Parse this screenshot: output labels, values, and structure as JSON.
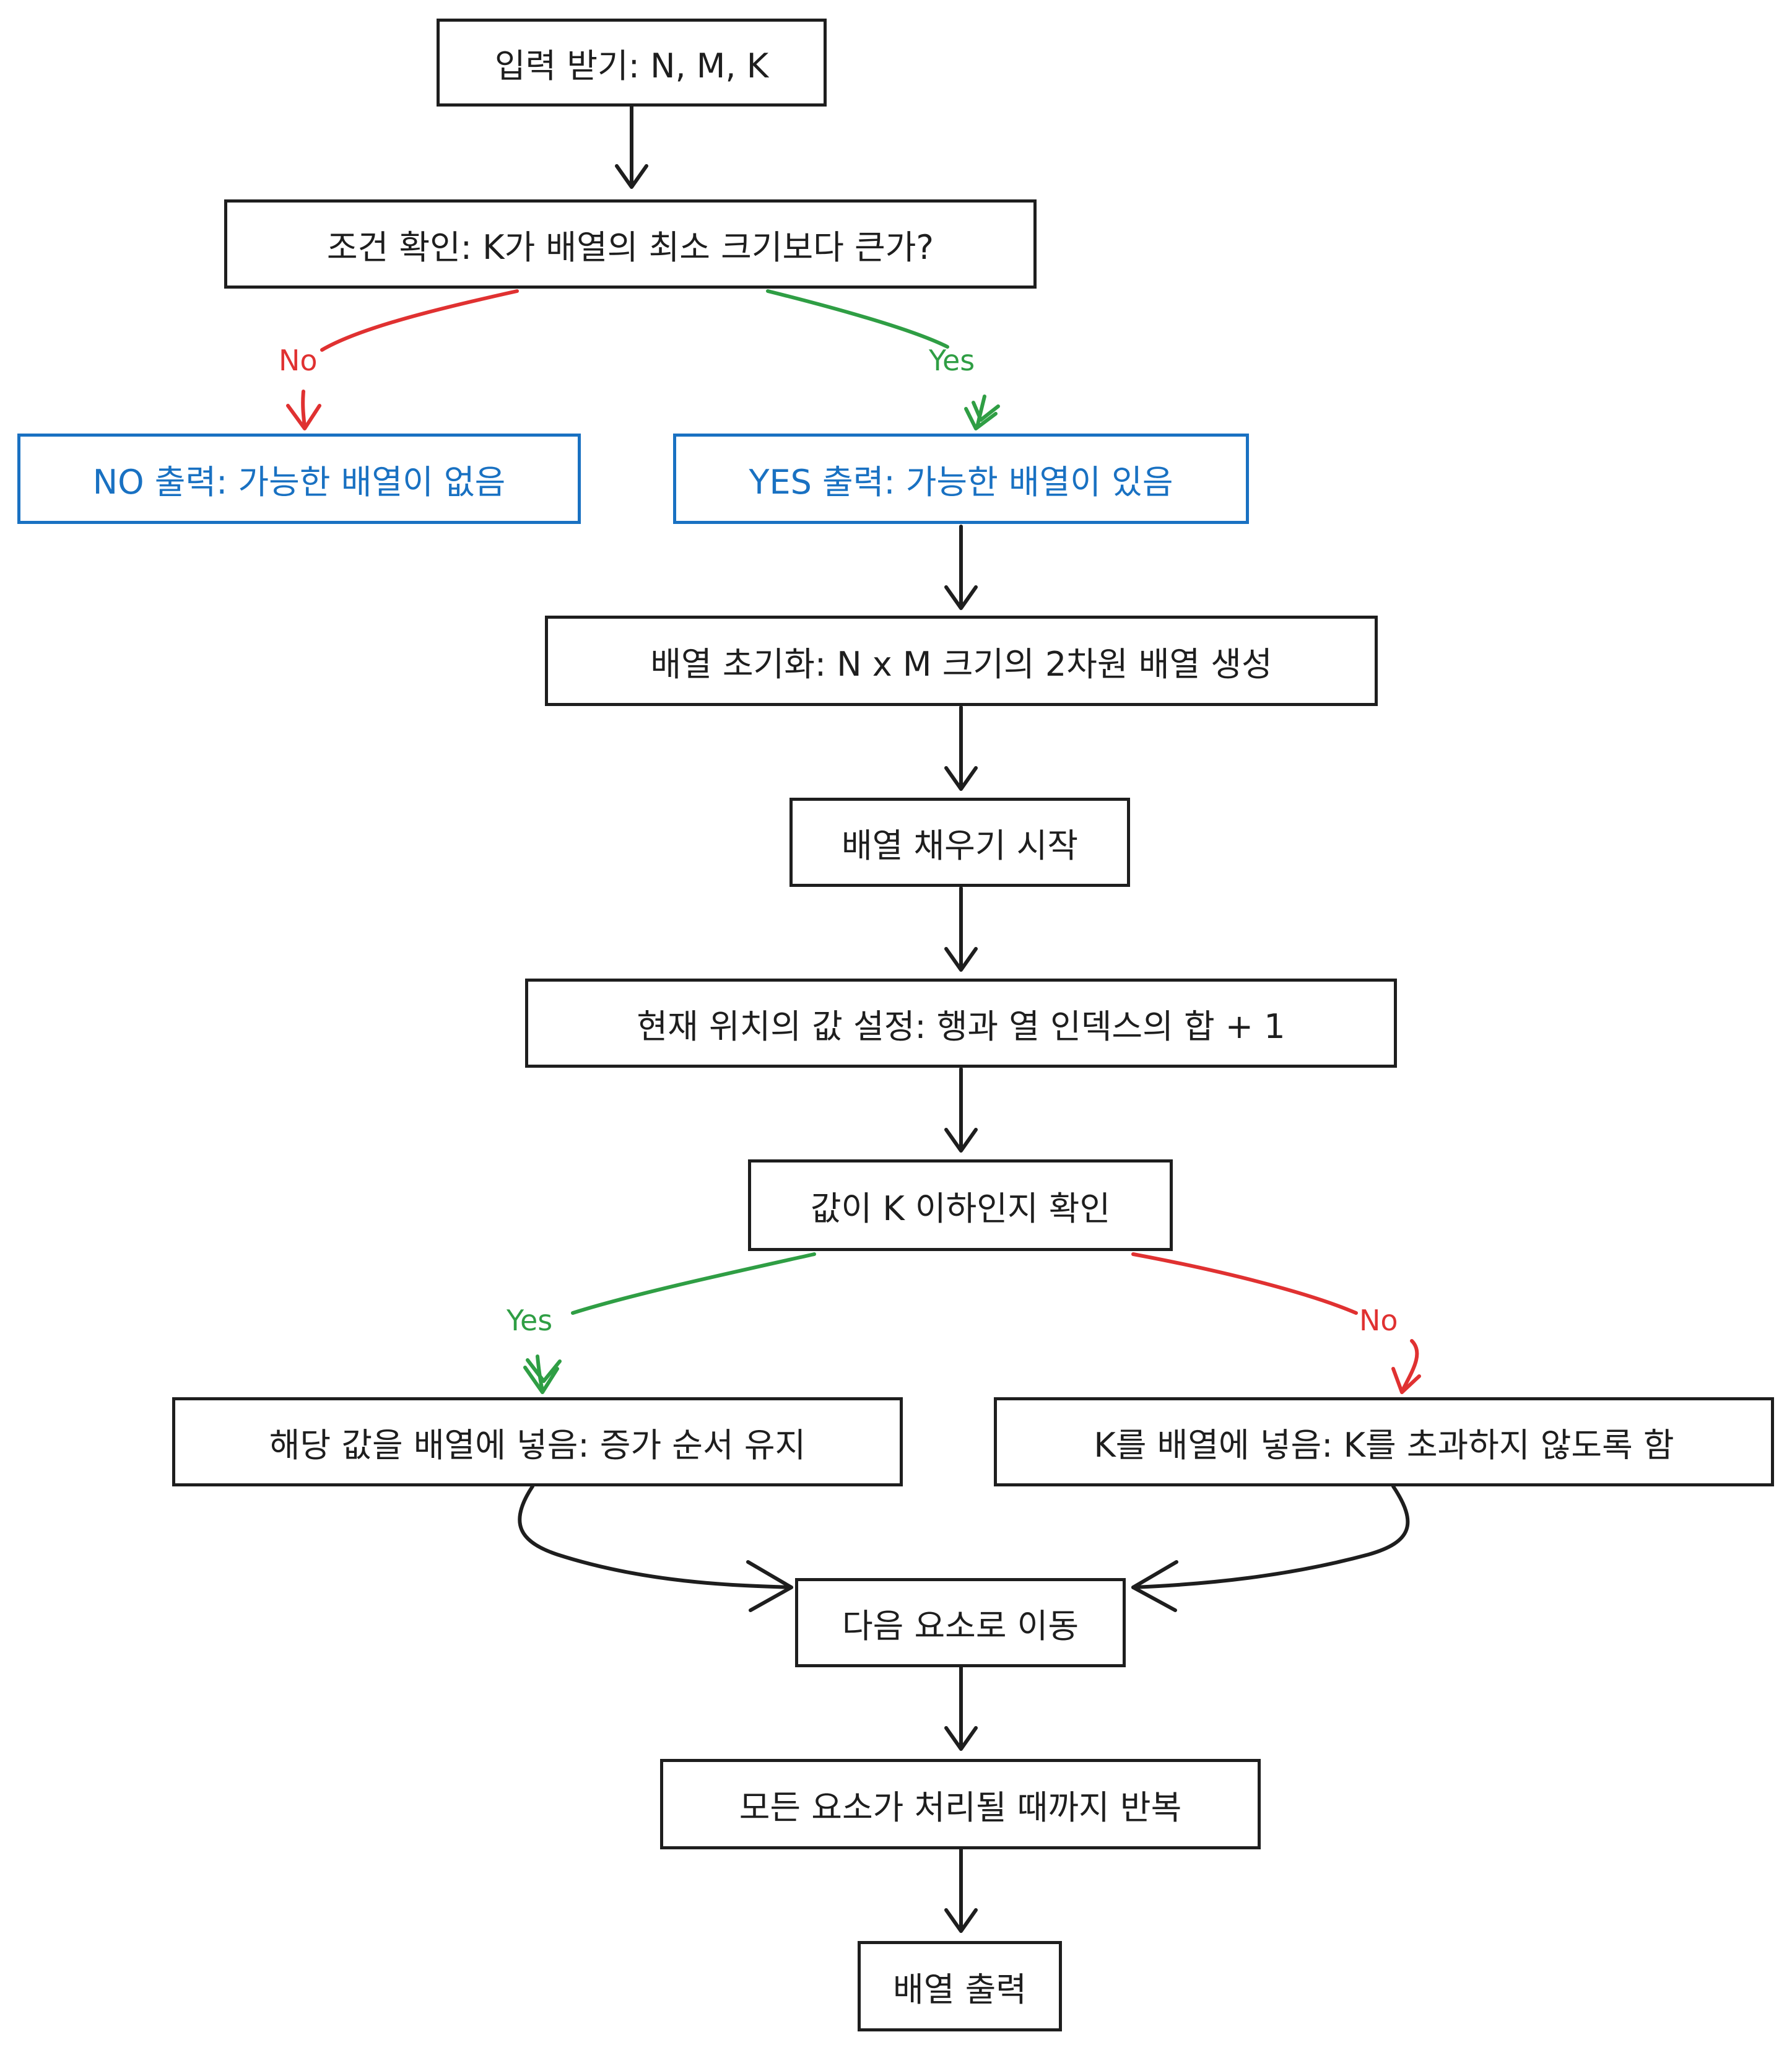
{
  "colors": {
    "stroke": "#1e1e1e",
    "blue": "#1971c2",
    "no_red": "#e03131",
    "yes_green": "#2f9e44"
  },
  "nodes": {
    "input": "입력 받기: N, M, K",
    "check_condition": "조건 확인: K가 배열의 최소 크기보다 큰가?",
    "no_output": "NO 출력: 가능한 배열이 없음",
    "yes_output": "YES 출력: 가능한 배열이 있음",
    "init_array": "배열 초기화: N x M 크기의 2차원 배열 생성",
    "start_fill": "배열 채우기 시작",
    "set_value": "현재 위치의 값 설정: 행과 열 인덱스의 합 + 1",
    "check_k": "값이 K 이하인지 확인",
    "insert_value": "해당 값을 배열에 넣음: 증가 순서 유지",
    "insert_k": "K를 배열에 넣음: K를 초과하지 않도록 함",
    "next_element": "다음 요소로 이동",
    "repeat": "모든 요소가 처리될 때까지 반복",
    "print_array": "배열 출력"
  },
  "edge_labels": {
    "cond_no": "No",
    "cond_yes": "Yes",
    "k_yes": "Yes",
    "k_no": "No"
  }
}
